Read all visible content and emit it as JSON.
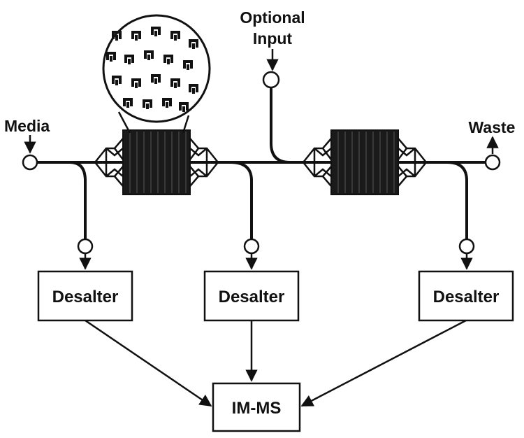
{
  "labels": {
    "media": "Media",
    "optional_input_line1": "Optional",
    "optional_input_line2": "Input",
    "waste": "Waste"
  },
  "desalters": [
    {
      "label": "Desalter"
    },
    {
      "label": "Desalter"
    },
    {
      "label": "Desalter"
    }
  ],
  "detector": {
    "label": "IM-MS"
  },
  "colors": {
    "ink": "#111111",
    "chamber": "#1a1a1a",
    "background": "#ffffff"
  }
}
